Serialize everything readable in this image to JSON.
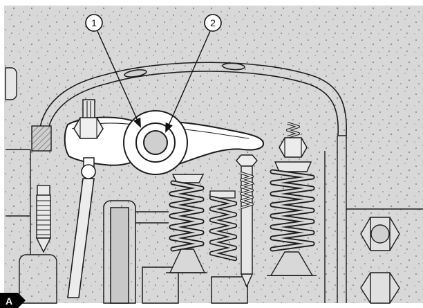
{
  "figure": {
    "colors": {
      "background": "#d8d8d8",
      "line": "#1c1c1c",
      "highlight": "#ffffff",
      "marker_bg": "#000000"
    },
    "callouts": [
      {
        "label": "1"
      },
      {
        "label": "2"
      }
    ],
    "corner_marker": {
      "label": "A"
    }
  }
}
